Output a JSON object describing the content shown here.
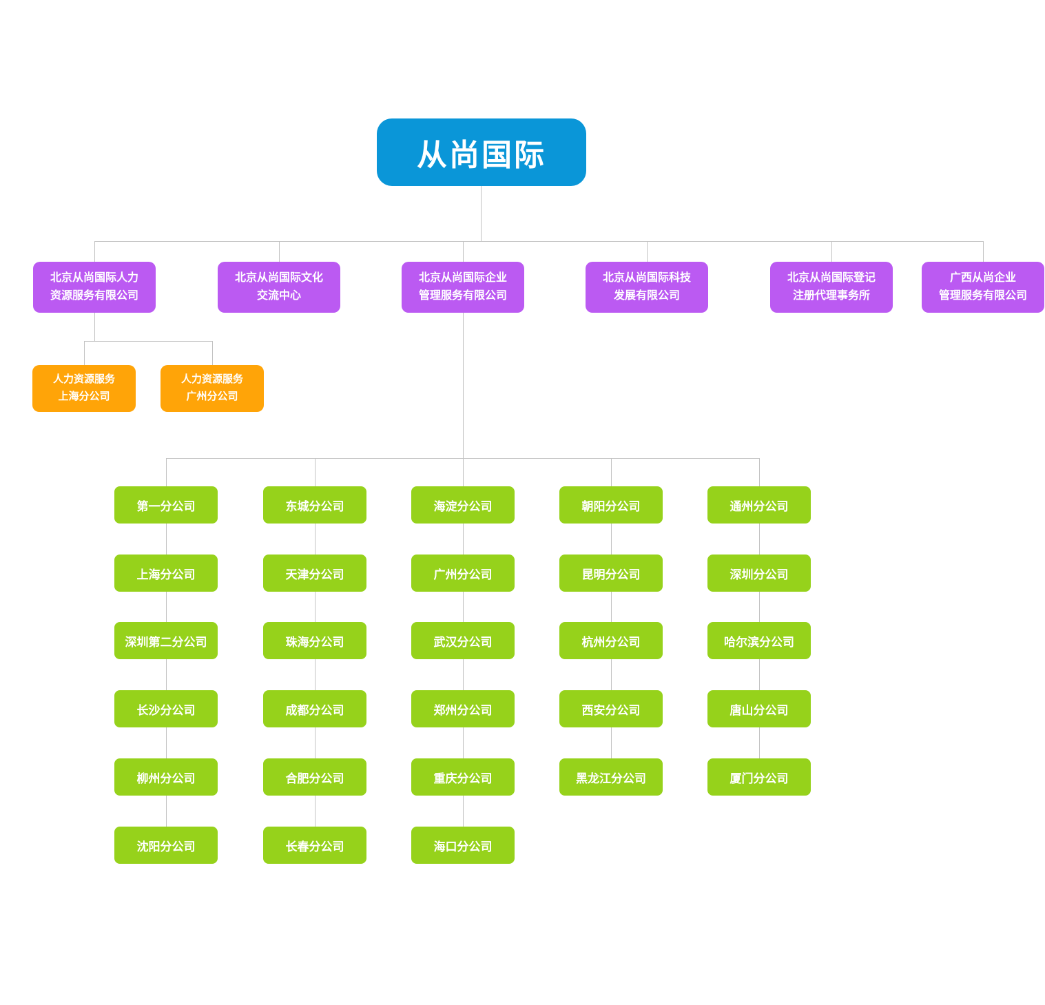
{
  "colors": {
    "root_blue": "#0a96d8",
    "subsidiary_purple": "#bb5af2",
    "hr_branch_orange": "#ffa408",
    "branch_green": "#96d21b",
    "connector_gray": "#c2c2c2",
    "text": "#ffffff",
    "background": "#ffffff"
  },
  "root": {
    "label": "从尚国际"
  },
  "subsidiaries": [
    {
      "label": "北京从尚国际人力\n资源服务有限公司"
    },
    {
      "label": "北京从尚国际文化\n交流中心"
    },
    {
      "label": "北京从尚国际企业\n管理服务有限公司"
    },
    {
      "label": "北京从尚国际科技\n发展有限公司"
    },
    {
      "label": "北京从尚国际登记\n注册代理事务所"
    },
    {
      "label": "广西从尚企业\n管理服务有限公司"
    }
  ],
  "hr_branches": [
    {
      "label": "人力资源服务\n上海分公司"
    },
    {
      "label": "人力资源服务\n广州分公司"
    }
  ],
  "branch_columns": [
    {
      "items": [
        "第一分公司",
        "上海分公司",
        "深圳第二分公司",
        "长沙分公司",
        "柳州分公司",
        "沈阳分公司"
      ]
    },
    {
      "items": [
        "东城分公司",
        "天津分公司",
        "珠海分公司",
        "成都分公司",
        "合肥分公司",
        "长春分公司"
      ]
    },
    {
      "items": [
        "海淀分公司",
        "广州分公司",
        "武汉分公司",
        "郑州分公司",
        "重庆分公司",
        "海口分公司"
      ]
    },
    {
      "items": [
        "朝阳分公司",
        "昆明分公司",
        "杭州分公司",
        "西安分公司",
        "黑龙江分公司"
      ]
    },
    {
      "items": [
        "通州分公司",
        "深圳分公司",
        "哈尔滨分公司",
        "唐山分公司",
        "厦门分公司"
      ]
    }
  ]
}
